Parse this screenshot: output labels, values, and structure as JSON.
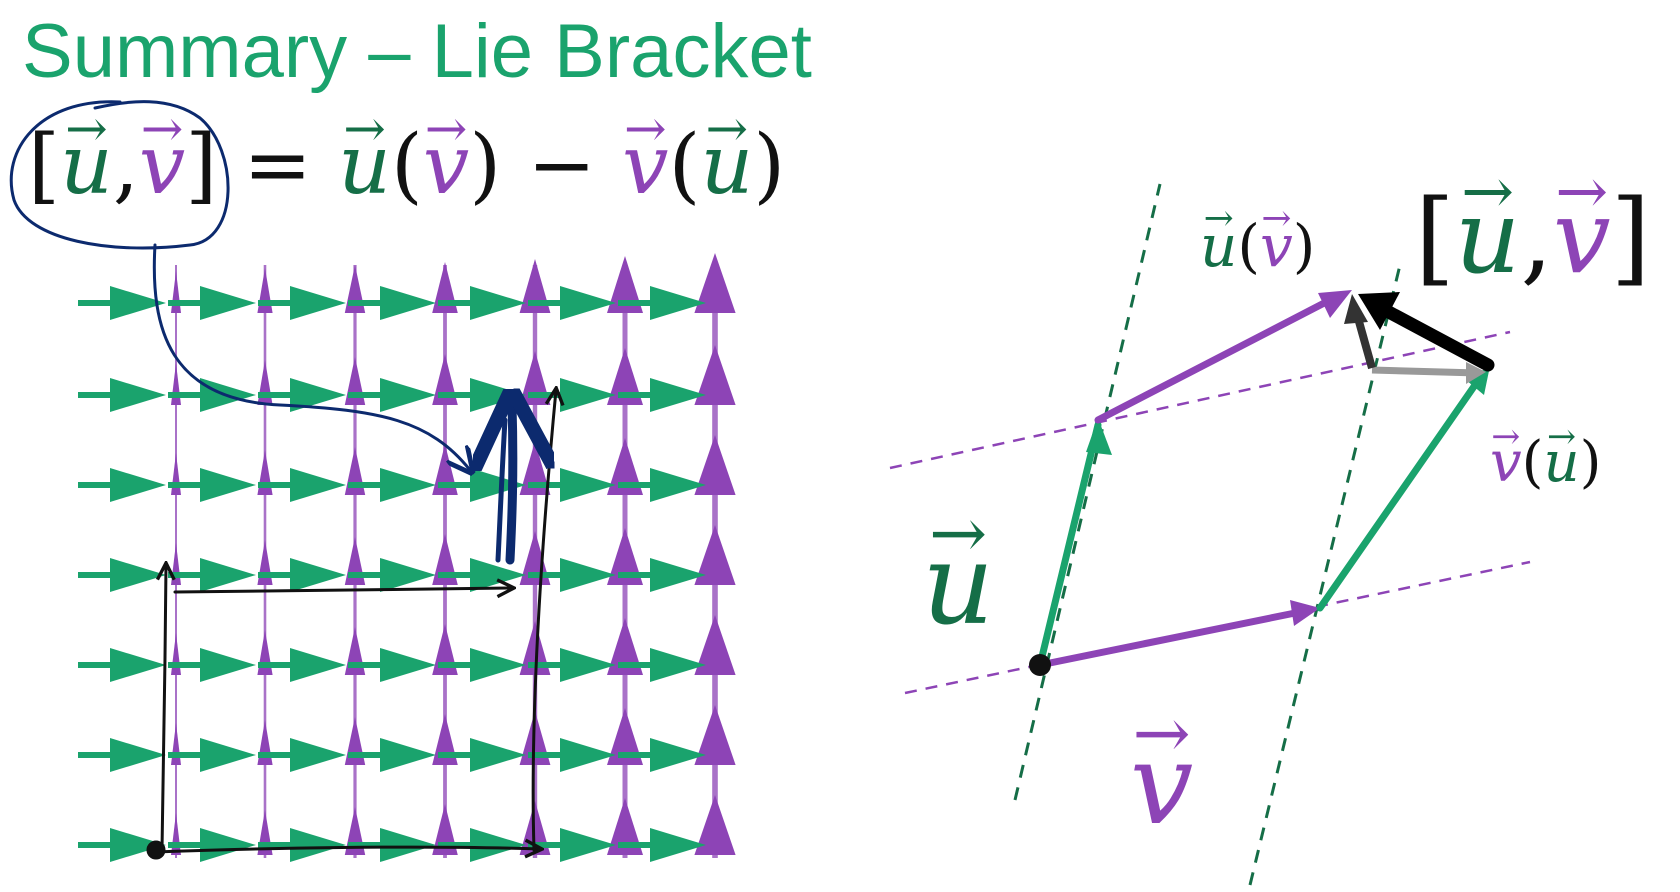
{
  "title": "Summary – Lie Bracket",
  "formula": {
    "lbr": "[",
    "u": "u",
    "comma": ",",
    "v": "v",
    "rbr": "]",
    "eq": "=",
    "lp": "(",
    "rp": ")",
    "minus": "−"
  },
  "diagram_labels": {
    "u_of_v": {
      "u": "u",
      "lp": "(",
      "v": "v",
      "rp": ")"
    },
    "v_of_u": {
      "v": "v",
      "lp": "(",
      "u": "u",
      "rp": ")"
    },
    "bracket": {
      "lbr": "[",
      "u": "u",
      "comma": ",",
      "v": "v",
      "rbr": "]"
    },
    "u": "u",
    "v": "v"
  },
  "colors": {
    "title": "#1aa36d",
    "u_vector": "#1aa36d",
    "u_text": "#156e47",
    "v_vector": "#8d44b6",
    "ink": "#0c2a6e"
  }
}
